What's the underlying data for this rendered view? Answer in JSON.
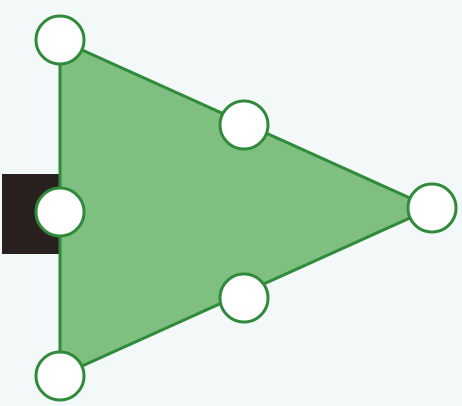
{
  "diagram": {
    "shape": "triangle",
    "colors": {
      "background": "#f3f8f9",
      "triangle_fill": "#7fbf7f",
      "triangle_stroke": "#2f8a3a",
      "circle_fill": "#ffffff",
      "circle_stroke": "#2f8a3a",
      "trunk_fill": "#2a1f1f"
    },
    "nodes": [
      {
        "id": "top-left-vertex",
        "role": "vertex"
      },
      {
        "id": "upper-edge-midpoint",
        "role": "midpoint"
      },
      {
        "id": "right-vertex",
        "role": "vertex"
      },
      {
        "id": "lower-edge-midpoint",
        "role": "midpoint"
      },
      {
        "id": "bottom-left-vertex",
        "role": "vertex"
      },
      {
        "id": "left-edge-midpoint",
        "role": "midpoint"
      }
    ]
  }
}
